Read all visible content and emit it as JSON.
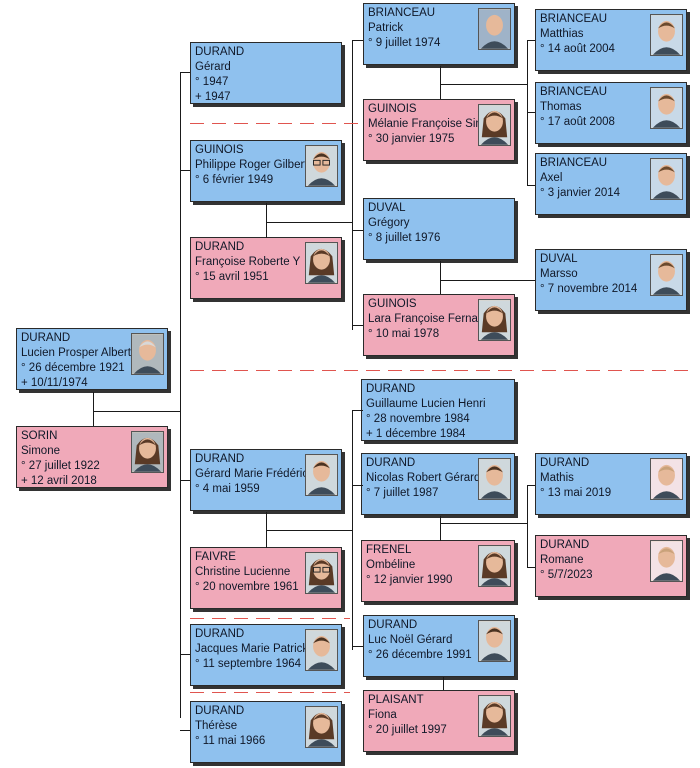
{
  "people": {
    "lucien": {
      "surname": "DURAND",
      "given": "Lucien Prosper Albert",
      "born": "° 26 décembre 1921",
      "died": "+ 10/11/1974",
      "photo": "elderly-man-portrait"
    },
    "simone": {
      "surname": "SORIN",
      "given": "Simone",
      "born": "° 27 juillet 1922",
      "died": "+ 12 avril 2018",
      "photo": "elderly-woman-portrait"
    },
    "gerard": {
      "surname": "DURAND",
      "given": "Gérard",
      "born": "° 1947",
      "died": "+ 1947"
    },
    "philippe": {
      "surname": "GUINOIS",
      "given": "Philippe Roger Gilbert",
      "born": "° 6 février 1949",
      "photo": "man-glasses-portrait"
    },
    "francoise": {
      "surname": "DURAND",
      "given": "Françoise Roberte Y",
      "born": "° 15 avril 1951",
      "photo": "woman-portrait"
    },
    "gerardmf": {
      "surname": "DURAND",
      "given": "Gérard Marie Frédéric",
      "born": "° 4 mai 1959",
      "photo": "man-portrait"
    },
    "christine": {
      "surname": "FAIVRE",
      "given": "Christine Lucienne",
      "born": "° 20 novembre 1961",
      "photo": "woman-glasses-portrait"
    },
    "jacques": {
      "surname": "DURAND",
      "given": "Jacques Marie Patrick",
      "born": "° 11 septembre 1964",
      "photo": "man-portrait"
    },
    "therese": {
      "surname": "DURAND",
      "given": "Thérèse",
      "born": "° 11 mai 1966",
      "photo": "woman-portrait"
    },
    "patrick": {
      "surname": "BRIANCEAU",
      "given": "Patrick",
      "born": "° 9 juillet 1974",
      "photo": "bald-man-portrait"
    },
    "melanie": {
      "surname": "GUINOIS",
      "given": "Mélanie Françoise Sim",
      "born": "° 30 janvier 1975",
      "photo": "woman-portrait"
    },
    "gregory": {
      "surname": "DUVAL",
      "given": "Grégory",
      "born": "° 8 juillet 1976"
    },
    "lara": {
      "surname": "GUINOIS",
      "given": "Lara Françoise Fernan",
      "born": "° 10 mai 1978",
      "photo": "young-woman-portrait"
    },
    "guillaume": {
      "surname": "DURAND",
      "given": "Guillaume Lucien Henri",
      "born": "° 28 novembre 1984",
      "died": "+ 1 décembre 1984"
    },
    "nicolas": {
      "surname": "DURAND",
      "given": "Nicolas Robert Gérard",
      "born": "° 7 juillet 1987",
      "photo": "young-man-portrait"
    },
    "ombeline": {
      "surname": "FRENEL",
      "given": "Ombéline",
      "born": "° 12 janvier 1990",
      "photo": "young-woman-portrait"
    },
    "luc": {
      "surname": "DURAND",
      "given": "Luc Noël Gérard",
      "born": "° 26 décembre 1991",
      "photo": "young-man-portrait"
    },
    "fiona": {
      "surname": "PLAISANT",
      "given": "Fiona",
      "born": "° 20 juillet 1997",
      "photo": "young-woman-portrait"
    },
    "matthias": {
      "surname": "BRIANCEAU",
      "given": "Matthias",
      "born": "° 14 août 2004",
      "photo": "boy-portrait"
    },
    "thomas": {
      "surname": "BRIANCEAU",
      "given": "Thomas",
      "born": "° 17 août 2008",
      "photo": "boy-portrait"
    },
    "axel": {
      "surname": "BRIANCEAU",
      "given": "Axel",
      "born": "° 3 janvier 2014",
      "photo": "child-portrait"
    },
    "marsso": {
      "surname": "DUVAL",
      "given": "Marsso",
      "born": "° 7 novembre 2014",
      "photo": "child-portrait"
    },
    "mathis": {
      "surname": "DURAND",
      "given": "Mathis",
      "born": "° 13 mai 2019",
      "photo": "baby-portrait"
    },
    "romane": {
      "surname": "DURAND",
      "given": "Romane",
      "born": "° 5/7/2023",
      "photo": "baby-portrait"
    }
  },
  "colors": {
    "male": "#8fc1ee",
    "female": "#f0a9b9",
    "line": "#1a1a1a",
    "separator": "#e0554f"
  }
}
